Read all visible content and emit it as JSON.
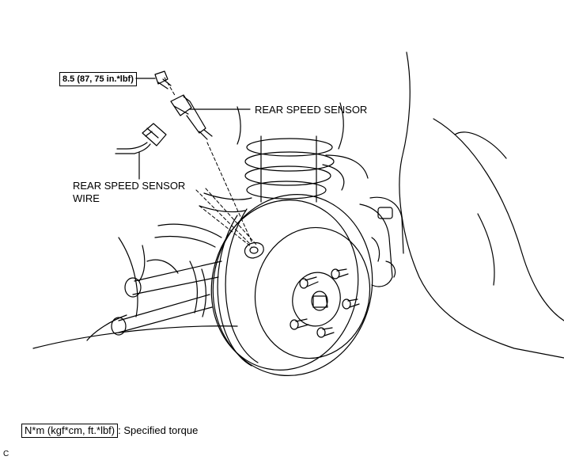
{
  "diagram": {
    "torque_spec": "8.5 (87, 75 in.*lbf)",
    "labels": {
      "rear_speed_sensor": "REAR SPEED SENSOR",
      "rear_speed_sensor_wire_line1": "REAR SPEED SENSOR",
      "rear_speed_sensor_wire_line2": "WIRE"
    },
    "legend": {
      "unit_box": "N*m (kgf*cm, ft.*lbf)",
      "description": ": Specified torque"
    },
    "corner_code": "C"
  }
}
